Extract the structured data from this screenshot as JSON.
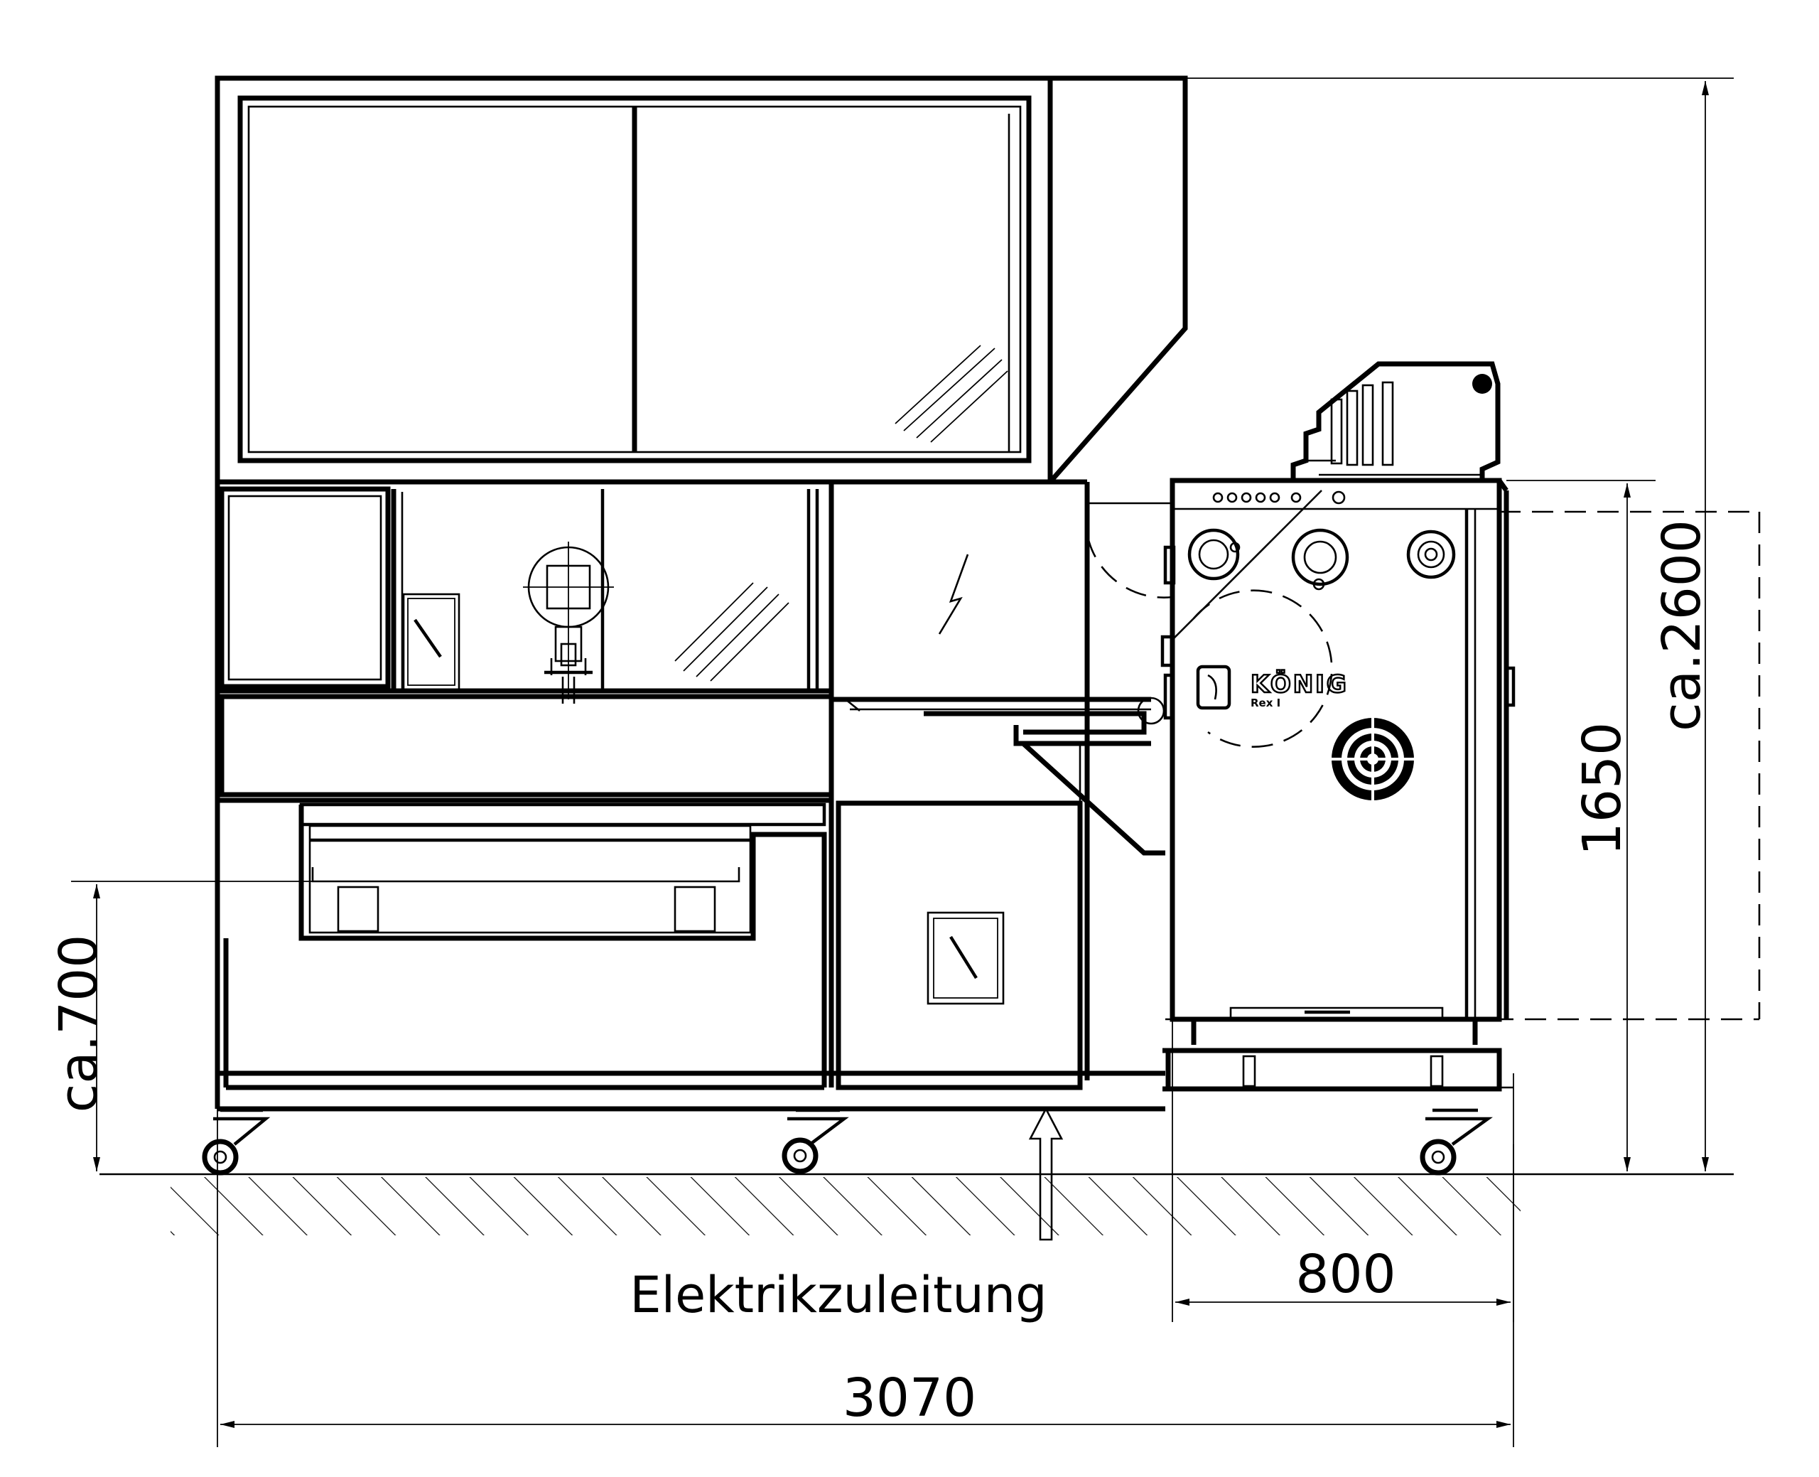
{
  "dimensions": {
    "total_width": "3070",
    "rounder_width": "800",
    "rounder_height": "1650",
    "total_height": "ca.2600",
    "table_height": "ca.700"
  },
  "labels": {
    "power_supply": "Elektrikzuleitung",
    "brand_name": "KÖNIG",
    "brand_model": "Rex I"
  }
}
